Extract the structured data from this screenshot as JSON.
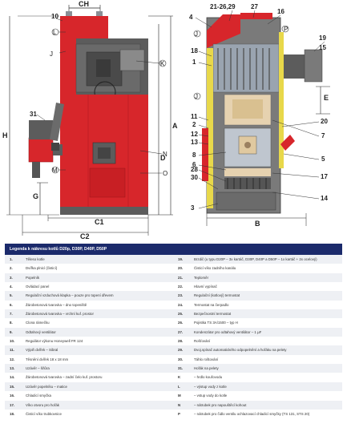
{
  "left_view": {
    "labels": [
      "10",
      "L",
      "J",
      "K",
      "31",
      "M",
      "N",
      "O",
      "D",
      "A",
      "G",
      "H"
    ],
    "dims": {
      "ch": "CH",
      "c1": "C1",
      "c2": "C2",
      "h": "H",
      "a": "A",
      "d": "D",
      "g": "G"
    }
  },
  "right_view": {
    "labels": [
      "4",
      "21-26,29",
      "27",
      "16",
      "P",
      "19",
      "18",
      "1",
      "11",
      "2",
      "12",
      "13",
      "8",
      "6",
      "28",
      "30",
      "3",
      "15",
      "E",
      "20",
      "7",
      "5",
      "17",
      "14",
      "J",
      "J"
    ],
    "dims": {
      "b": "B"
    }
  },
  "colors": {
    "red": "#d7262b",
    "grey": "#5c5c5c",
    "darkgrey": "#3d3d3d",
    "yellow": "#e8d84a",
    "navy": "#1b2a6b",
    "steel": "#9aa4b0"
  },
  "legend": {
    "title": "Legenda k nákresu kotlů D20p, D30P, D40P, D50P",
    "rows": [
      {
        "n1": "1.",
        "t1": "Těleso kotle",
        "n2": "19.",
        "t2": "Brzdič (u typu D20P – 3x kartáč, D30P, D40P a D50P – 1x kartáč + 2x ocelový)"
      },
      {
        "n1": "2.",
        "t1": "Dvířka plnicí (čisticí)",
        "n2": "20.",
        "t2": "Čisticí víko zadního kanálu"
      },
      {
        "n1": "3.",
        "t1": "Popelník",
        "n2": "21.",
        "t2": "Teploměr"
      },
      {
        "n1": "4.",
        "t1": "Ovládací panel",
        "n2": "22.",
        "t2": "Hlavní vypínač"
      },
      {
        "n1": "5.",
        "t1": "Regulační vzduchová klapka – pouze pro topení dřevem",
        "n2": "23.",
        "t2": "Regulační (kotlový) termostat"
      },
      {
        "n1": "6.",
        "t1": "Žárobetonová tvarovka – dno topeniště",
        "n2": "24.",
        "t2": "Termostat na čerpadlo"
      },
      {
        "n1": "7.",
        "t1": "Žárobetonová tvarovka – vrchní kuf. prostor",
        "n2": "25.",
        "t2": "Bezpečnostní termostat"
      },
      {
        "n1": "8.",
        "t1": "Clona rámečku",
        "n2": "26.",
        "t2": "Pojistka TS 3A/1500 – typ H"
      },
      {
        "n1": "9.",
        "t1": "Odtahový ventilátor",
        "n2": "27.",
        "t2": "Kondenzátor pro odtahový ventilátor – 1 µF"
      },
      {
        "n1": "10.",
        "t1": "Regulátor výkonu Honeywell FR 124",
        "n2": "28.",
        "t2": "Rošťování"
      },
      {
        "n1": "11.",
        "t1": "Výpiň dvířek – Sibral",
        "n2": "29.",
        "t2": "Dvoj.spínač automatického odpopelnění a hořáku na pelety"
      },
      {
        "n1": "12.",
        "t1": "Těsnění dvířek 18 x 18 mm",
        "n2": "30.",
        "t2": "Táhlo roštování"
      },
      {
        "n1": "13.",
        "t1": "Uzávěr – šňůra",
        "n2": "31.",
        "t2": "Hořák na pelety"
      },
      {
        "n1": "14.",
        "t1": "Žárobetonová tvarovka – zadní čelo kuf. prostoru",
        "n2": "K",
        "t2": "– hrdlo kouřovodu"
      },
      {
        "n1": "15.",
        "t1": "Uzávěr popelníku – matice",
        "n2": "L",
        "t2": "– výstup vody z kotle"
      },
      {
        "n1": "16.",
        "t1": "Chladicí smyčka",
        "n2": "M",
        "t2": "– vstup vody do kotle"
      },
      {
        "n1": "17.",
        "t1": "Víko otvoru pro hořák",
        "n2": "N",
        "t2": "– nátrubek pro napouštěcí kohout"
      },
      {
        "n1": "18.",
        "t1": "Čisticí víko trubkovnice",
        "n2": "P",
        "t2": "– nátrubek pro čidlo ventilu ochlazovací chladicí smyčky (TS 131, STS 20)"
      }
    ]
  }
}
